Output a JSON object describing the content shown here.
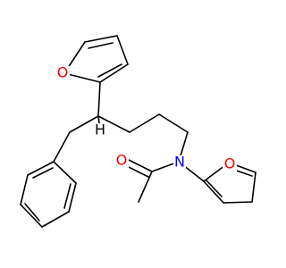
{
  "molecule": {
    "atoms": {
      "furan_top_o": "O",
      "amide_n": "N",
      "stereo_h": "H",
      "carbonyl_o": "O",
      "furan_right_o": "O"
    },
    "colors": {
      "bond": "#000000",
      "nitrogen": "#0000ff",
      "oxygen": "#ff0000",
      "hydrogen": "#000000"
    }
  }
}
